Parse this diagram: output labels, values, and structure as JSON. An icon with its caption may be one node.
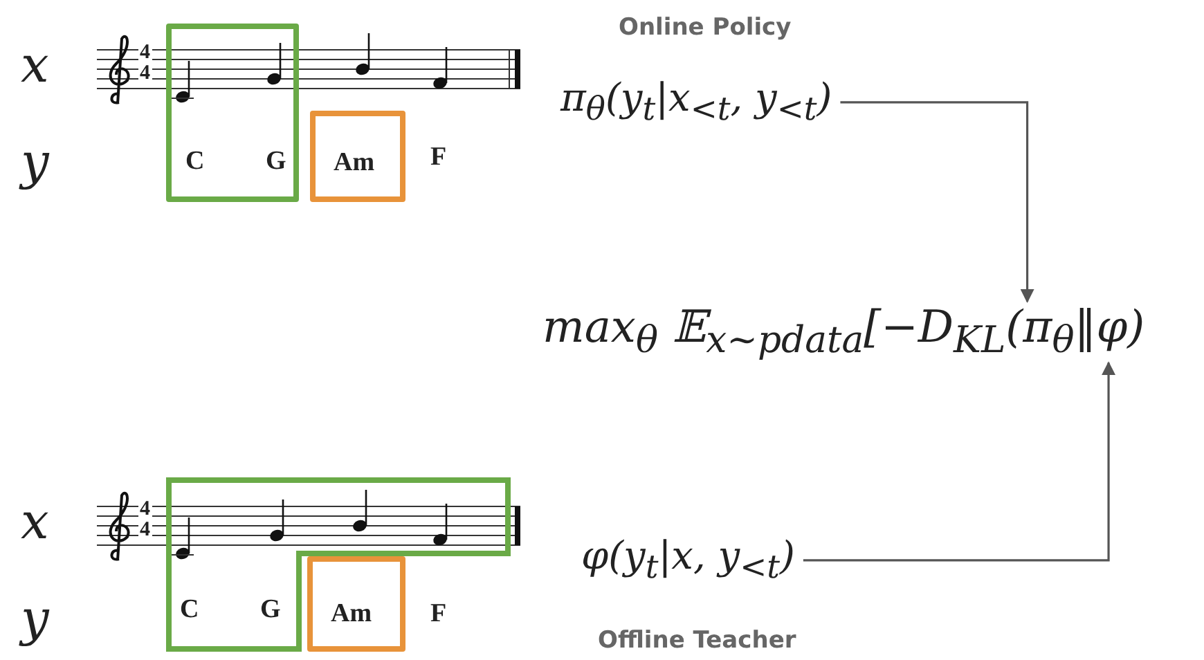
{
  "diagram": {
    "nodes": [
      {
        "text": [
          "C",
          "G"
        ]
      },
      {
        "text": [
          "Am"
        ]
      },
      {
        "text": [
          "π$_{θ}$(y$_{t}$|x$_{<t}$, y$_{<t}$)"
        ],
        "beside": [
          "Online Policy"
        ]
      },
      {
        "text": [
          "max$_{θ}$ 𝔼$_{x∼p}$$_{data}$[−D$_{KL}$(π$_{θ}$‖φ)"
        ]
      },
      {
        "text": [
          "C",
          "G"
        ]
      },
      {
        "text": [
          "Am"
        ]
      },
      {
        "text": [
          "φ(y$_{t}$|x, y$_{<t}$)"
        ],
        "beside": [
          "Offline Teacher"
        ]
      }
    ],
    "edges": [
      {
        "from": 2,
        "to": 3,
        "arrow": "to"
      },
      {
        "from": 6,
        "to": 3,
        "arrow": "to"
      }
    ],
    "labels": [
      "x",
      "4",
      "4",
      "y",
      "F",
      "x",
      "4",
      "4",
      "y",
      "F"
    ]
  }
}
